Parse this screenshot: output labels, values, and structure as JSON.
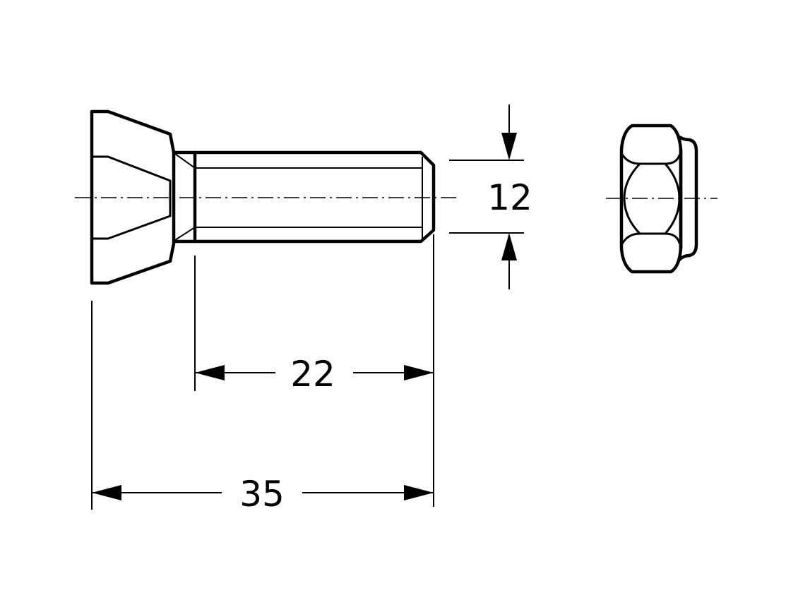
{
  "dimensions": {
    "thread_diameter": "12",
    "thread_length": "22",
    "total_length": "35"
  },
  "colors": {
    "line": "#000000",
    "background": "#ffffff"
  }
}
